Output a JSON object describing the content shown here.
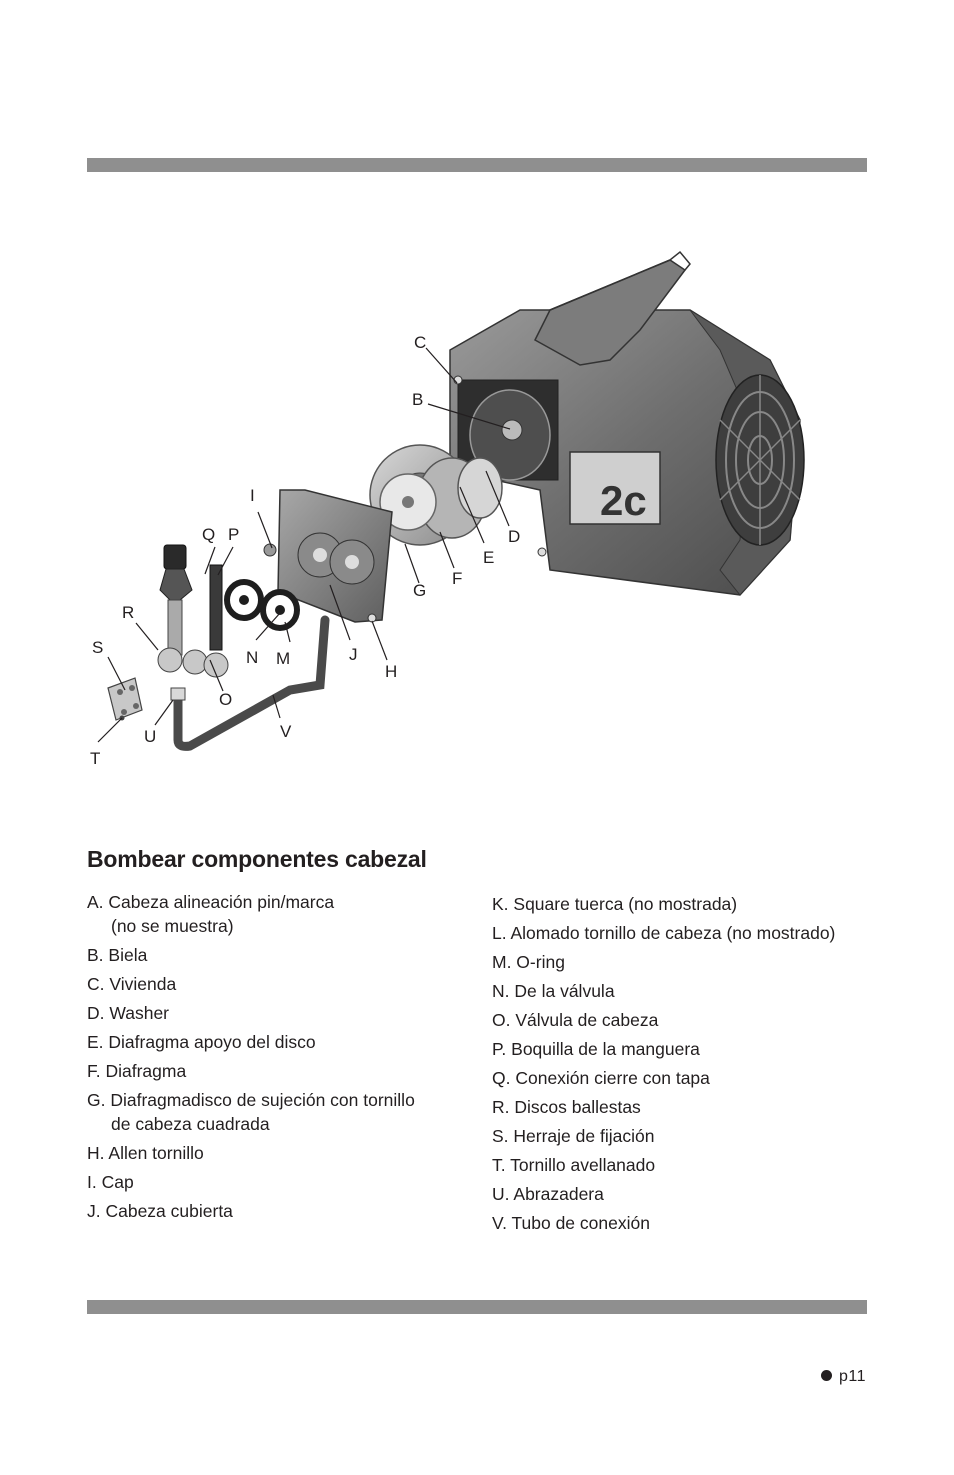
{
  "diagram": {
    "model_label": "2c",
    "callouts": {
      "C": "C",
      "B": "B",
      "I": "I",
      "D": "D",
      "Q": "Q",
      "P": "P",
      "E": "E",
      "F": "F",
      "G": "G",
      "R": "R",
      "S": "S",
      "N": "N",
      "M": "M",
      "J": "J",
      "H": "H",
      "O": "O",
      "V": "V",
      "U": "U",
      "T": "T"
    }
  },
  "section": {
    "title": "Bombear componentes cabezal"
  },
  "parts_left": [
    {
      "line1": "A. Cabeza alineación pin/marca",
      "line2": "(no se muestra)"
    },
    {
      "line1": "B. Biela",
      "line2": ""
    },
    {
      "line1": "C. Vivienda",
      "line2": ""
    },
    {
      "line1": "D. Washer",
      "line2": ""
    },
    {
      "line1": "E. Diafragma apoyo del disco",
      "line2": ""
    },
    {
      "line1": "F. Diafragma",
      "line2": ""
    },
    {
      "line1": "G. Diafragmadisco de sujeción con tornillo",
      "line2": "de cabeza cuadrada"
    },
    {
      "line1": "H. Allen tornillo",
      "line2": ""
    },
    {
      "line1": "I. Cap",
      "line2": ""
    },
    {
      "line1": "J. Cabeza cubierta",
      "line2": ""
    }
  ],
  "parts_right": [
    "K. Square tuerca (no mostrada)",
    "L. Alomado tornillo de cabeza (no mostrado)",
    "M. O-ring",
    "N. De la válvula",
    "O. Válvula de cabeza",
    "P. Boquilla de la manguera",
    "Q. Conexión cierre con tapa",
    "R. Discos ballestas",
    "S. Herraje de fijación",
    "T. Tornillo avellanado",
    "U. Abrazadera",
    "V. Tubo de conexión"
  ],
  "page_number": "p11"
}
